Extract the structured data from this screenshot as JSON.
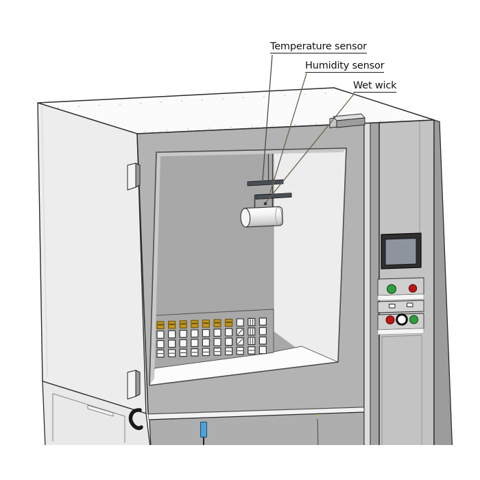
{
  "figure": {
    "kind": "technical illustration",
    "subject": "environmental test chamber with door open view"
  },
  "labels": {
    "temperature_sensor": "Temperature sensor",
    "humidity_sensor": "Humidity sensor",
    "wet_wick": "Wet wick"
  },
  "colors": {
    "accent_blue": "#4f9fd8",
    "button_green": "#2f9e41",
    "button_red": "#c01515",
    "indicator_white": "#ffffff",
    "sample_gold": "#c49520",
    "sample_gold_dark": "#6e5608",
    "machine_front": "#b3b3b3",
    "tower_face": "#c3c3c3",
    "interior_gray": "#a8a8a8",
    "back_wall": "#ededed",
    "screen_gray": "#8d949d",
    "leader_line": "#5d5348"
  },
  "control_panel": {
    "screen": "touchscreen display",
    "row1_buttons": [
      "green",
      "red"
    ],
    "row2_indicators": [
      "white",
      "white"
    ],
    "row3_buttons": [
      "red",
      "black-ring",
      "green"
    ]
  },
  "sample_grid": {
    "rows": [
      "GGGGGGGWVW",
      "WWWWWWWDVW",
      "WWWWWWWZVW",
      "HHHHHHHHHW"
    ],
    "codes": {
      "G": "gold sample coupon",
      "W": "plain slot",
      "V": "slot with vertical ribs",
      "D": "slot with mark",
      "Z": "slot with diagonal mark",
      "H": "slot with horizontal shelf line"
    }
  }
}
